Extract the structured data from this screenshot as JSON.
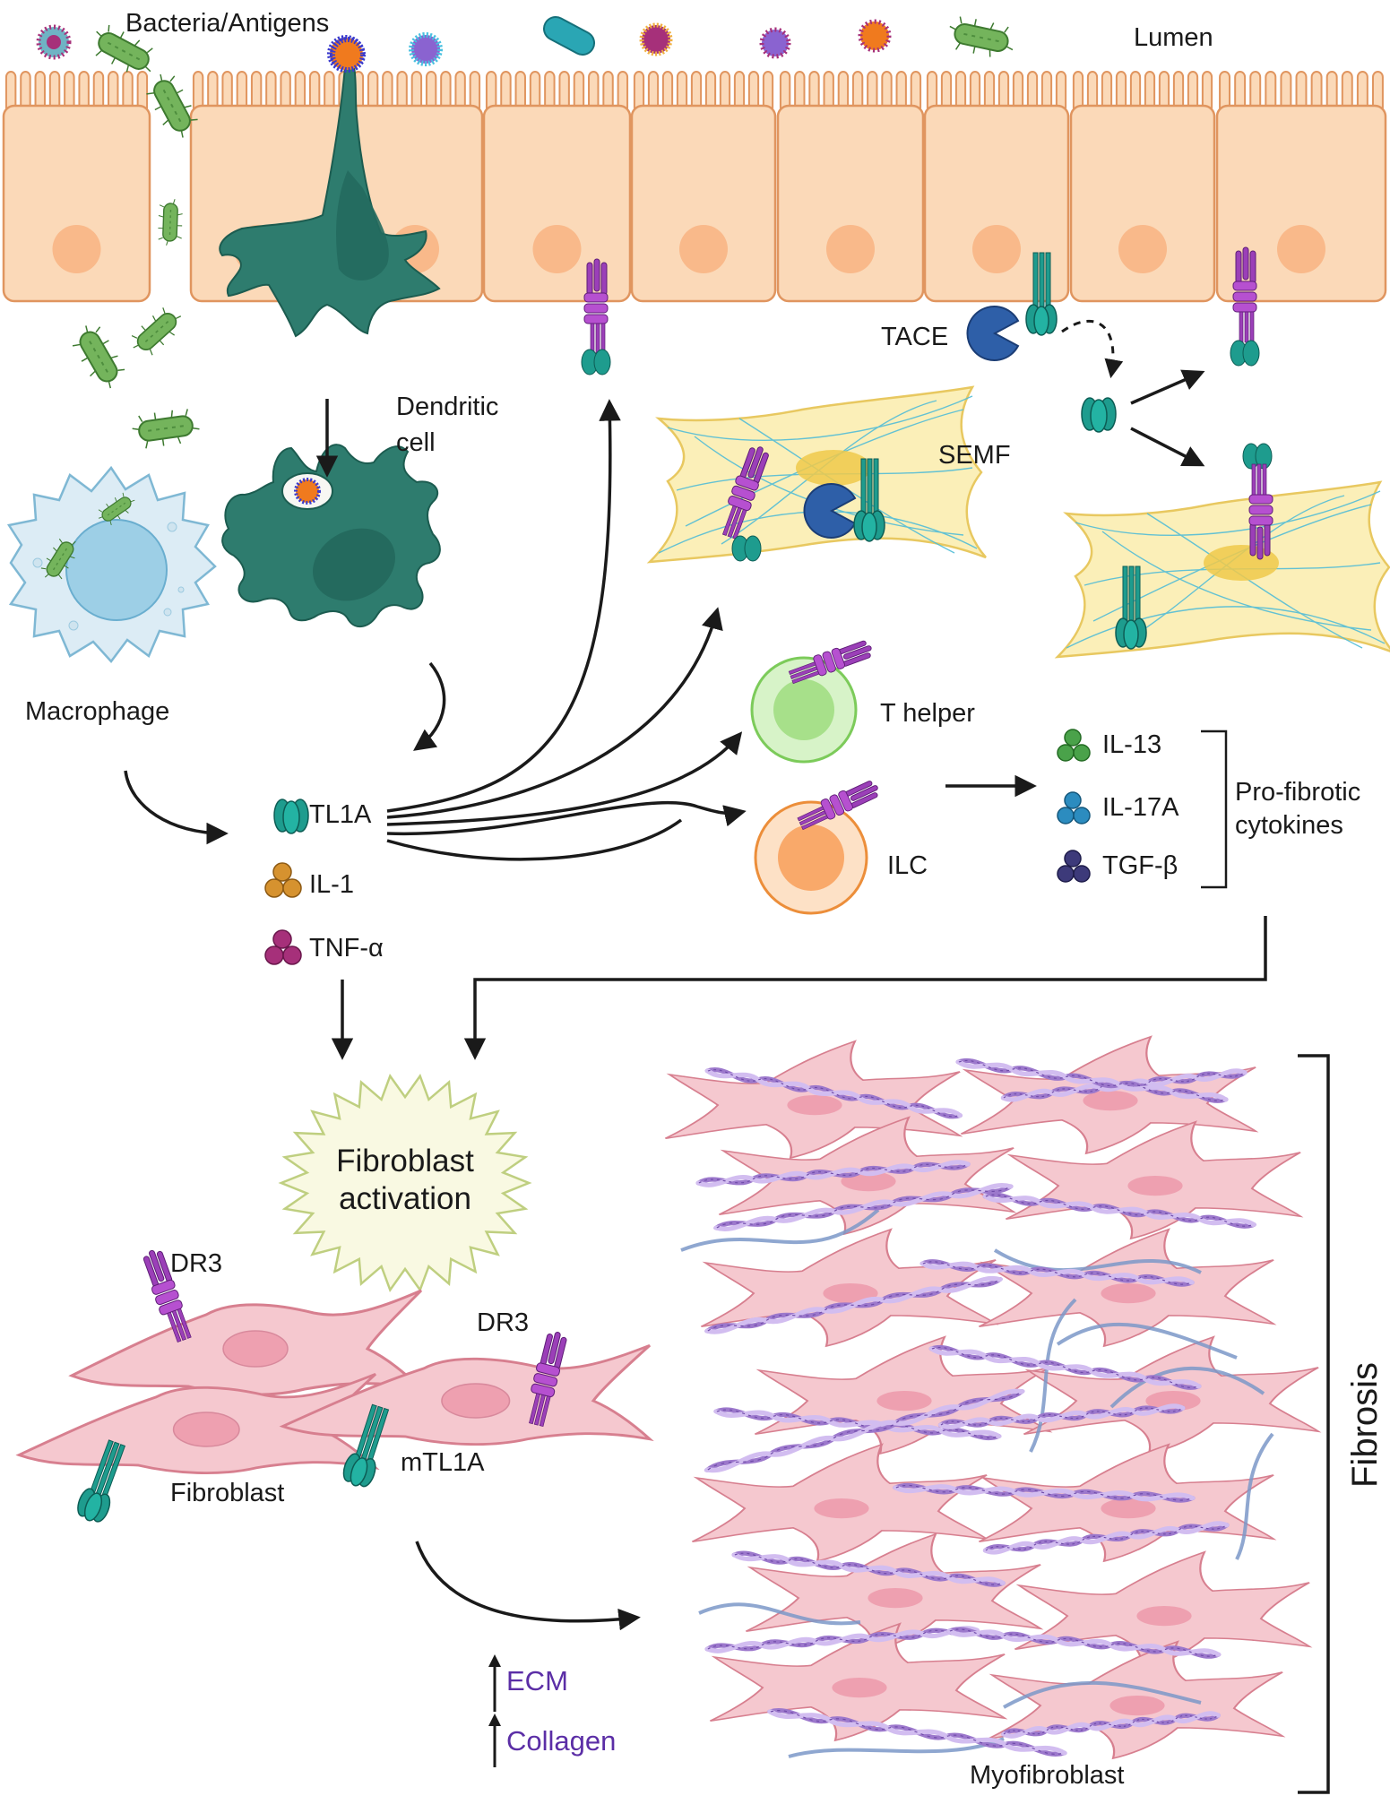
{
  "labels": {
    "bacteria": "Bacteria/Antigens",
    "lumen": "Lumen",
    "dendritic_line1": "Dendritic",
    "dendritic_line2": "cell",
    "tace": "TACE",
    "semf": "SEMF",
    "macrophage": "Macrophage",
    "tl1a": "TL1A",
    "il1": "IL-1",
    "tnfa": "TNF-α",
    "t_helper": "T helper",
    "ilc": "ILC",
    "il13": "IL-13",
    "il17a": "IL-17A",
    "tgfb": "TGF-β",
    "profibrotic_line1": "Pro-fibrotic",
    "profibrotic_line2": "cytokines",
    "fibroblast_activation_line1": "Fibroblast",
    "fibroblast_activation_line2": "activation",
    "dr3_left": "DR3",
    "dr3_right": "DR3",
    "fibroblast": "Fibroblast",
    "mtl1a": "mTL1A",
    "ecm": "ECM",
    "collagen": "Collagen",
    "myofibroblast": "Myofibroblast",
    "fibrosis": "Fibrosis"
  },
  "colors": {
    "epithelium": "#fbd9b8",
    "epithelium_stroke": "#e0955f",
    "nucleus": "#f9b98a",
    "dendritic": "#2e7c6e",
    "macrophage": "#d7ecf6",
    "bacteria": "#74b45c",
    "tl1a": "#1e9c8e",
    "dr3": "#9b3fb8",
    "tace": "#2e5fa8",
    "semf": "#fbefb8",
    "fibroblast": "#f5c8cf",
    "collagen": "#b99ad8",
    "il1": "#d6922f",
    "tnfa": "#a6307a",
    "il13": "#4aa24a",
    "il17a": "#2c8cbf",
    "tgfb": "#3d3a7a",
    "ecm_text": "#5b2ea6"
  },
  "icons": [
    "bacteria-icon",
    "antigen-icon",
    "dendritic-cell-icon",
    "macrophage-icon",
    "tl1a-trimer-icon",
    "dr3-receptor-icon",
    "tace-enzyme-icon",
    "semf-cell-icon",
    "t-helper-cell-icon",
    "ilc-cell-icon",
    "cytokine-icon",
    "fibroblast-cell-icon",
    "collagen-fiber-icon",
    "up-arrow-icon"
  ]
}
